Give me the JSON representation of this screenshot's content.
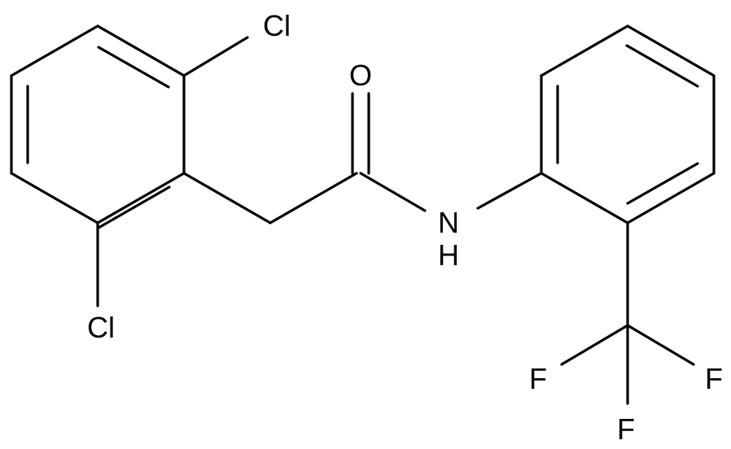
{
  "atoms": {
    "cl_top": "Cl",
    "cl_bottom": "Cl",
    "oxygen": "O",
    "nitrogen": "N",
    "hydrogen": "H",
    "f_left": "F",
    "f_right": "F",
    "f_bottom": "F"
  },
  "colors": {
    "bond": "#000000",
    "background": "#ffffff"
  }
}
